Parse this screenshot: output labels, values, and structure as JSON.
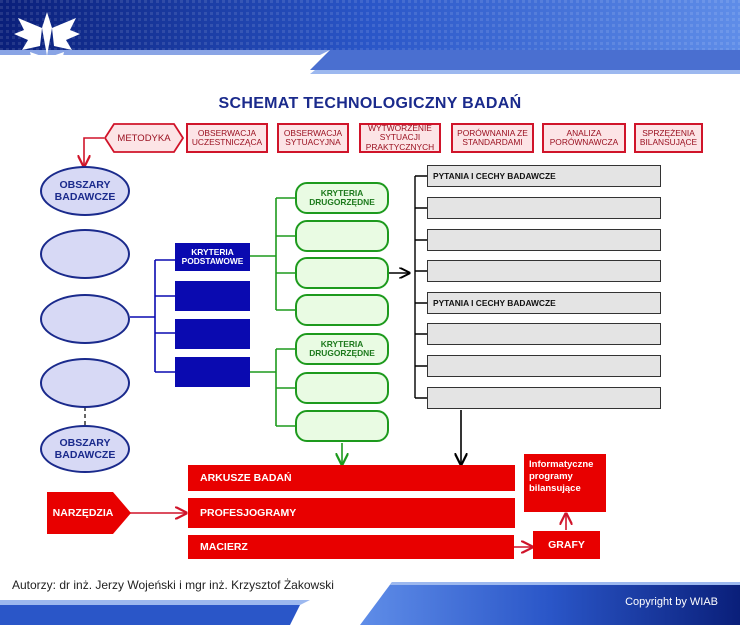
{
  "title": "SCHEMAT  TECHNOLOGICZNY  BADAŃ",
  "metodyka": "METODYKA",
  "methods": [
    "OBSERWACJA UCZESTNICZĄCA",
    "OBSERWACJA SYTUACYJNA",
    "WYTWORZENIE SYTUACJI PRAKTYCZNYCH",
    "PORÓWNANIA ZE STANDARDAMI",
    "ANALIZA PORÓWNAWCZA",
    "SPRZĘŻENIA BILANSUJĄCE"
  ],
  "obszary_top": "OBSZARY BADAWCZE",
  "obszary_bottom": "OBSZARY BADAWCZE",
  "kryteria_podstawowe": "KRYTERIA PODSTAWOWE",
  "kryteria_drugorzedne_1": "KRYTERIA DRUGORZĘDNE",
  "kryteria_drugorzedne_2": "KRYTERIA DRUGORZĘDNE",
  "pytania_1": "PYTANIA I CECHY BADAWCZE",
  "pytania_2": "PYTANIA I CECHY BADAWCZE",
  "narzedzia": "NARZĘDZIA",
  "arkusze": "ARKUSZE BADAŃ",
  "profesjogramy": "PROFESJOGRAMY",
  "macierz": "MACIERZ",
  "grafy": "GRAFY",
  "informatyczne": "Informatyczne programy bilansujące",
  "authors": "Autorzy: dr inż. Jerzy Wojeński i mgr inż. Krzysztof Żakowski",
  "copyright": "Copyright by WIAB",
  "colors": {
    "navy": "#1a2a8c",
    "red": "#e80000",
    "green": "#1d9a1d",
    "blue": "#0a0ab0"
  }
}
